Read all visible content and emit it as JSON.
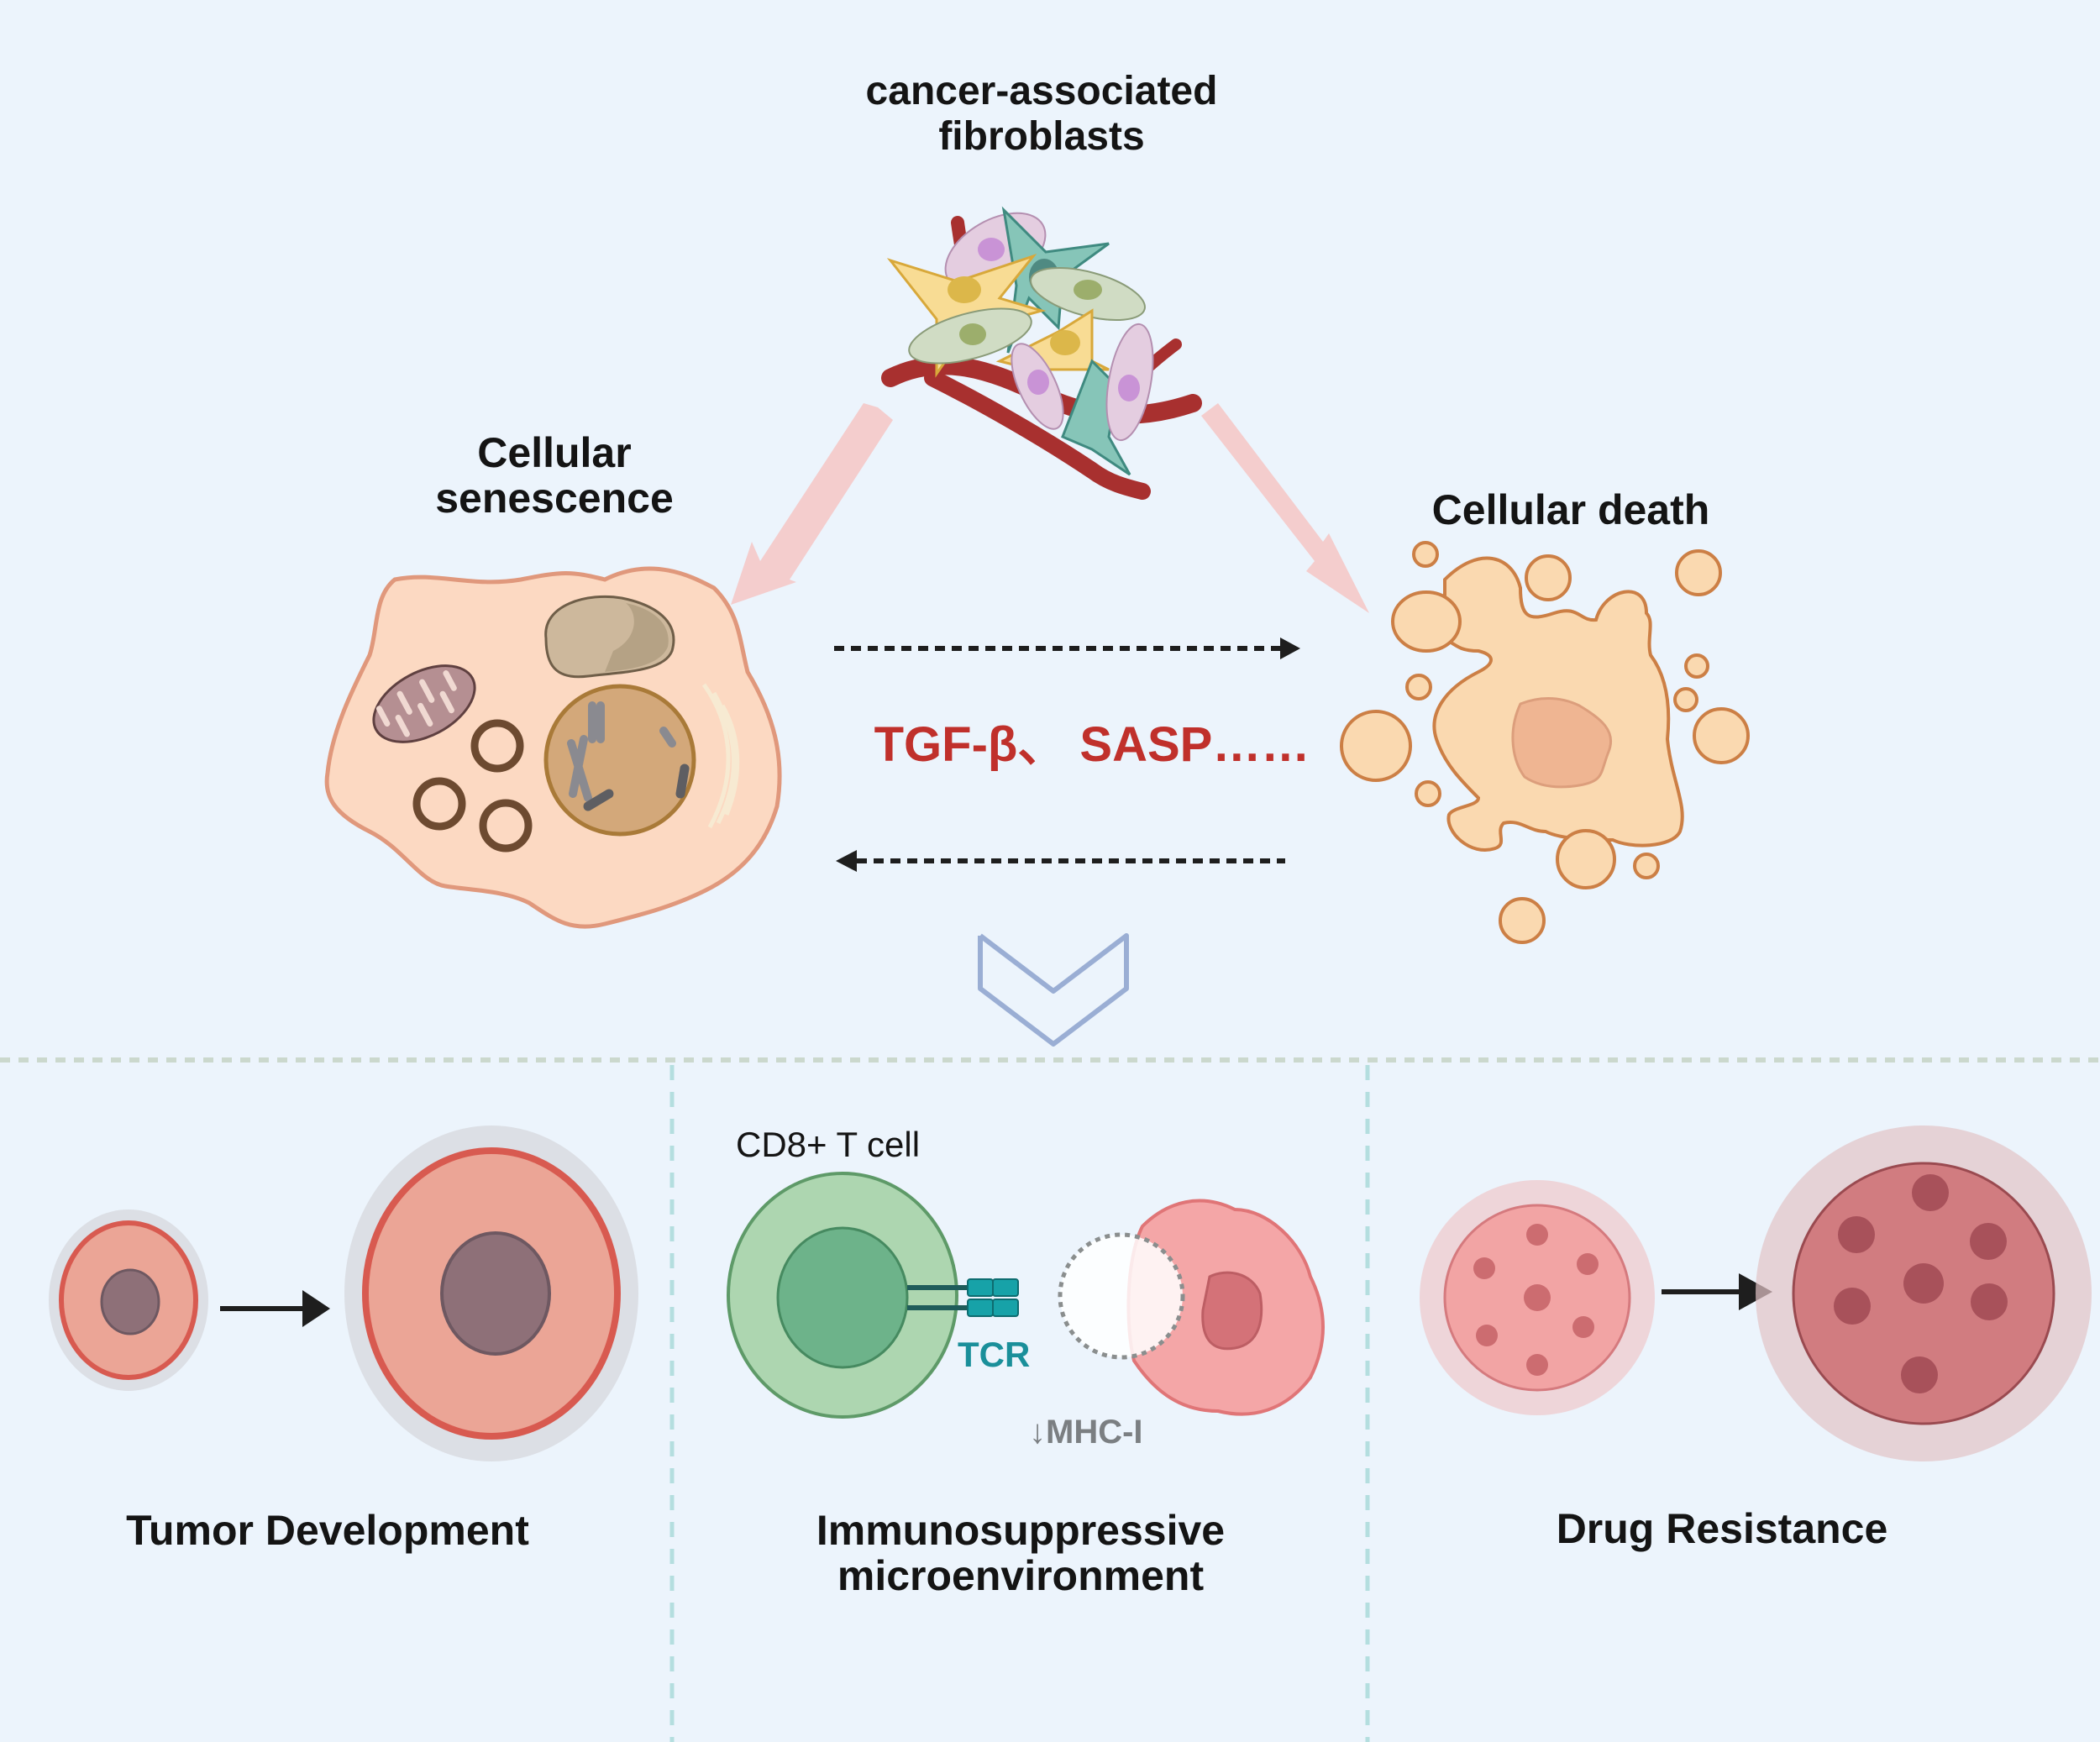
{
  "title": {
    "line1": "cancer-associated",
    "line2": "fibroblasts"
  },
  "left_node": {
    "line1": "Cellular",
    "line2": "senescence"
  },
  "right_node": {
    "label": "Cellular death"
  },
  "mediators": "TGF-β、 SASP……",
  "chevron_icon": "chevron-down-icon",
  "panels": [
    {
      "label": "Tumor Development"
    },
    {
      "label_line1": "Immunosuppressive",
      "label_line2": "microenvironment",
      "cell_label": "CD8+ T cell",
      "receptor_label": "TCR",
      "marker_label": "↓MHC-I"
    },
    {
      "label": "Drug Resistance"
    }
  ],
  "colors": {
    "background": "#ecf4fc",
    "mediator_text": "#c0302b",
    "tcr_text": "#1a8f9a",
    "mhc_text": "#7b7f82",
    "pink_arrow": "#f4cccc",
    "chevron": "#9aaed4",
    "divider": "#cfdccf",
    "vertical_divider": "#b6e0e0"
  }
}
